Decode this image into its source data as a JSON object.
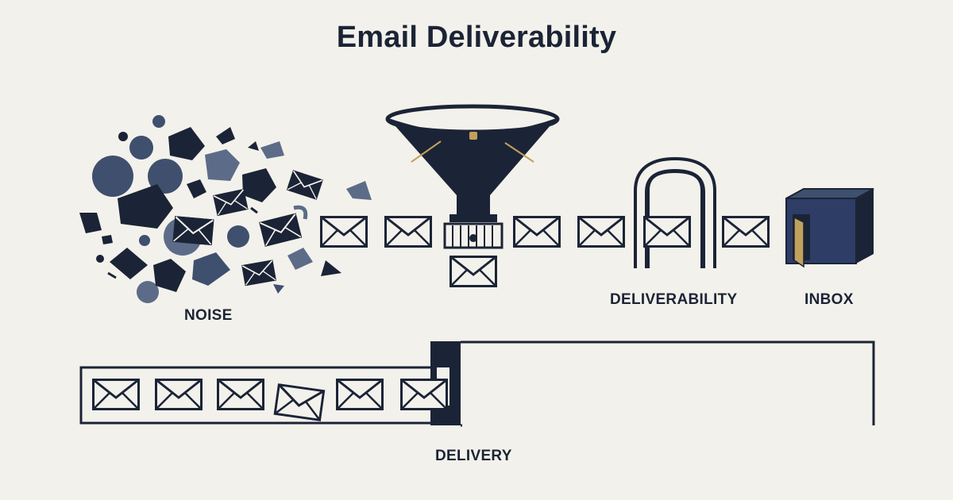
{
  "title": "Email Deliverability",
  "labels": {
    "noise": "NOISE",
    "deliverability": "DELIVERABILITY",
    "inbox": "INBOX",
    "delivery": "DELIVERY"
  },
  "colors": {
    "background": "#f3f1eb",
    "ink": "#1b2436",
    "slate_blue": "#3f4f6e",
    "muted_blue": "#5c6c88",
    "gold_accent": "#c2a15c",
    "box_face": "#2d3d66"
  }
}
